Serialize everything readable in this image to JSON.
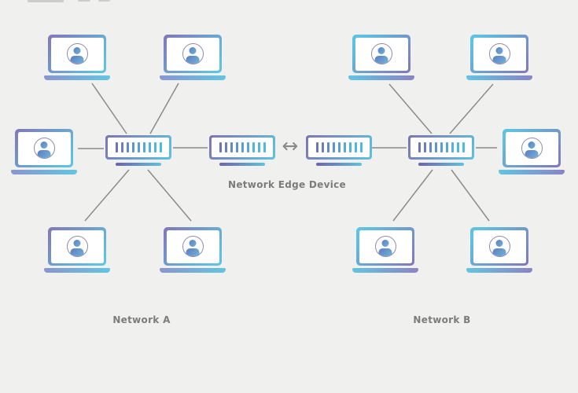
{
  "diagram": {
    "labels": {
      "network_a": "Network A",
      "network_b": "Network B",
      "edge_device": "Network Edge Device"
    },
    "edge": {
      "arrow_glyph": "↔",
      "device_count": 2
    },
    "networks": [
      {
        "name": "Network A",
        "workstation_count": 5,
        "hub": "network-switch"
      },
      {
        "name": "Network B",
        "workstation_count": 5,
        "hub": "network-switch"
      }
    ],
    "icons": {
      "workstation": "laptop-user-icon",
      "hub": "network-switch-icon",
      "link": "bidirectional-arrow-icon"
    },
    "colors": {
      "background": "#f0f0ee",
      "gradient_purple": "#8277b8",
      "gradient_cyan": "#5ec2e0",
      "avatar_blue_dark": "#5b7ec0",
      "avatar_blue_light": "#71b2d9",
      "connection_line": "#8b8b8b",
      "label_text": "#7c7c7c"
    }
  }
}
